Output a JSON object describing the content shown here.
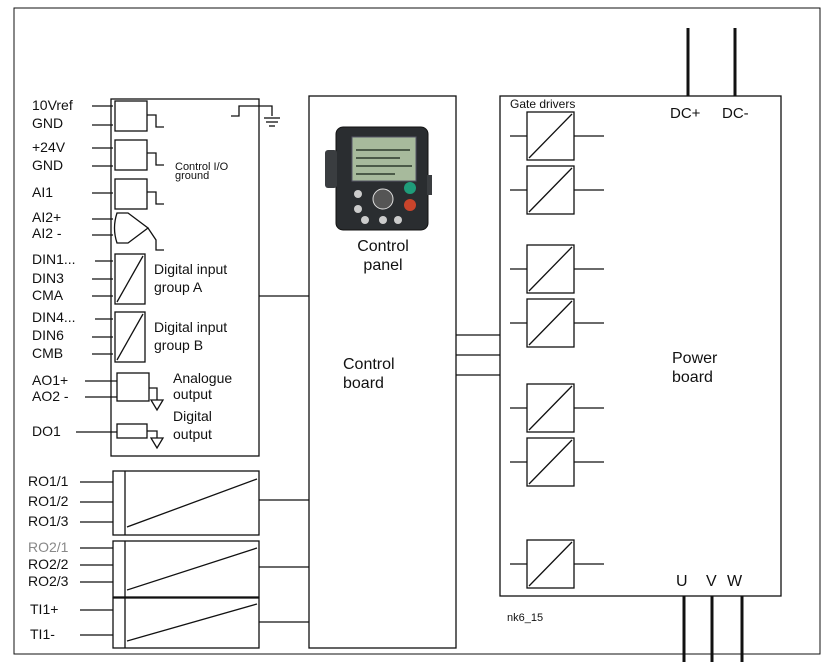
{
  "left_terminals": {
    "analog": [
      "10Vref",
      "GND",
      "+24V",
      "GND",
      "AI1",
      "AI2+",
      "AI2 -"
    ],
    "digital_a": [
      "DIN1...",
      "DIN3",
      "CMA"
    ],
    "digital_b": [
      "DIN4...",
      "DIN6",
      "CMB"
    ],
    "analog_out": [
      "AO1+",
      "AO2 -"
    ],
    "digital_out": [
      "DO1"
    ],
    "relay_1": [
      "RO1/1",
      "RO1/2",
      "RO1/3"
    ],
    "relay_2": [
      "RO2/1",
      "RO2/2",
      "RO2/3"
    ],
    "thermistor": [
      "TI1+",
      "TI1-"
    ]
  },
  "io_labels": {
    "control_io_ground_line1": "Control I/O",
    "control_io_ground_line2": "ground",
    "digital_input_a_line1": "Digital input",
    "digital_input_a_line2": "group A",
    "digital_input_b_line1": "Digital input",
    "digital_input_b_line2": "group B",
    "analogue_output_line1": "Analogue",
    "analogue_output_line2": "output",
    "digital_output_line1": "Digital",
    "digital_output_line2": "output"
  },
  "control_panel": {
    "line1": "Control",
    "line2": "panel"
  },
  "control_board": {
    "line1": "Control",
    "line2": "board"
  },
  "power_board": {
    "line1": "Power",
    "line2": "board"
  },
  "gate_drivers": "Gate drivers",
  "dc_terminals": [
    "DC+",
    "DC-"
  ],
  "motor_terminals": [
    "U",
    "V",
    "W"
  ],
  "figure_id": "nk6_15",
  "colors": {
    "line": "#111111",
    "muted_label": "#888888",
    "background": "#ffffff"
  }
}
